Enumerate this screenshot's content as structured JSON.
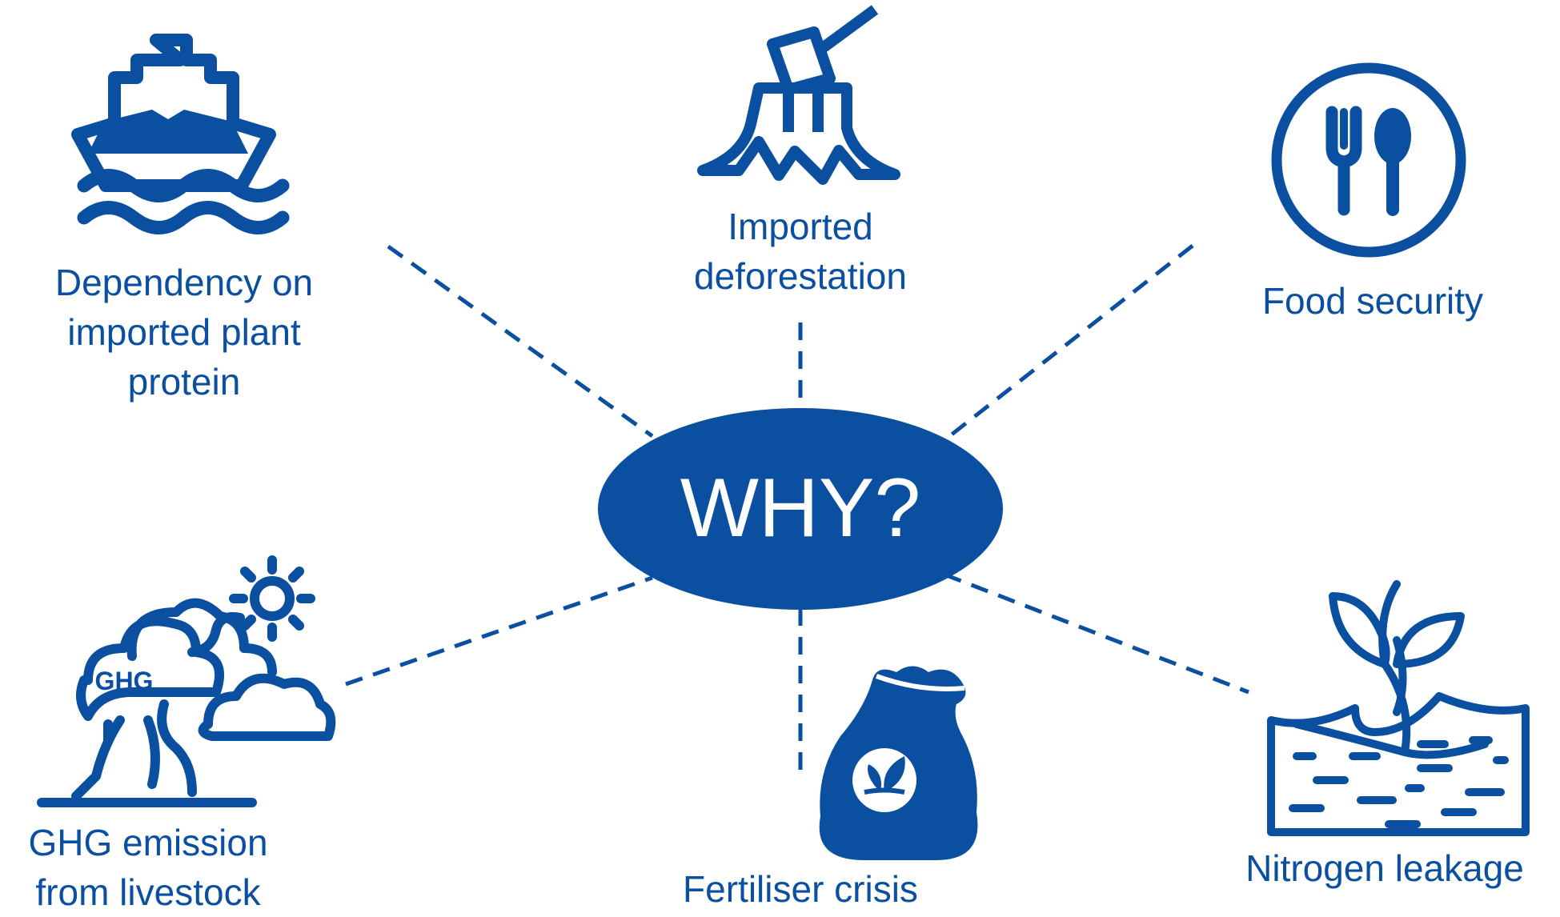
{
  "center": {
    "text": "WHY?"
  },
  "nodes": {
    "plant_protein": {
      "lines": [
        "Dependency  on",
        "imported plant",
        "protein"
      ],
      "icon": "ship-icon"
    },
    "deforestation": {
      "lines": [
        "Imported",
        "deforestation"
      ],
      "icon": "tree-stump-axe-icon"
    },
    "food_security": {
      "lines": [
        "Food security"
      ],
      "icon": "fork-spoon-icon"
    },
    "ghg": {
      "lines": [
        "GHG emission",
        "from livestock"
      ],
      "icon": "ghg-cloud-sun-icon",
      "icon_text": "GHG"
    },
    "fertiliser": {
      "lines": [
        "Fertiliser crisis"
      ],
      "icon": "fertiliser-bag-icon"
    },
    "nitrogen": {
      "lines": [
        "Nitrogen leakage"
      ],
      "icon": "seedling-soil-icon"
    }
  },
  "colors": {
    "primary": "#0a4fa0",
    "text_on_primary": "#ffffff",
    "background": "#ffffff"
  }
}
